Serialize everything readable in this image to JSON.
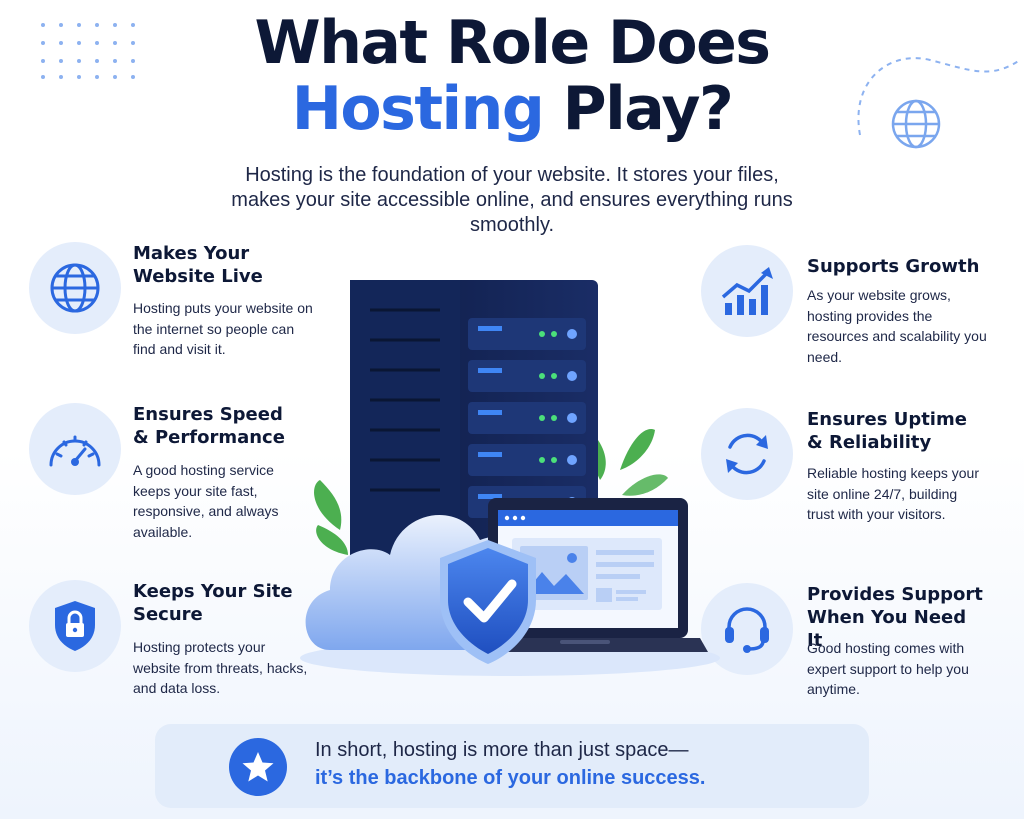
{
  "title": {
    "line1": "What Role Does",
    "highlight": "Hosting",
    "rest": " Play?"
  },
  "subtitle": "Hosting is the foundation of your website. It stores your files, makes your site accessible online, and ensures everything runs smoothly.",
  "features_left": [
    {
      "icon": "globe-icon",
      "title": "Makes Your\nWebsite Live",
      "desc": "Hosting puts your website on the internet so people can find and visit it."
    },
    {
      "icon": "speedometer-icon",
      "title": "Ensures Speed\n& Performance",
      "desc": "A good hosting service keeps your site fast, responsive, and always available."
    },
    {
      "icon": "shield-lock-icon",
      "title": "Keeps Your Site\nSecure",
      "desc": "Hosting protects your website from threats, hacks, and data loss."
    }
  ],
  "features_right": [
    {
      "icon": "growth-chart-icon",
      "title": "Supports Growth",
      "desc": "As your website grows, hosting provides the resources and scalability you need."
    },
    {
      "icon": "refresh-icon",
      "title": "Ensures Uptime\n& Reliability",
      "desc": "Reliable hosting keeps your site online 24/7, building trust with your visitors."
    },
    {
      "icon": "headset-icon",
      "title": "Provides Support\nWhen You Need It",
      "desc": "Good hosting comes with expert support to help you anytime."
    }
  ],
  "summary": {
    "line1": "In short, hosting is more than just space—",
    "line2": "it’s the backbone of your online success."
  },
  "colors": {
    "accent": "#2b68e0",
    "navy": "#0d1836",
    "icon_bg": "#e4edfb"
  }
}
